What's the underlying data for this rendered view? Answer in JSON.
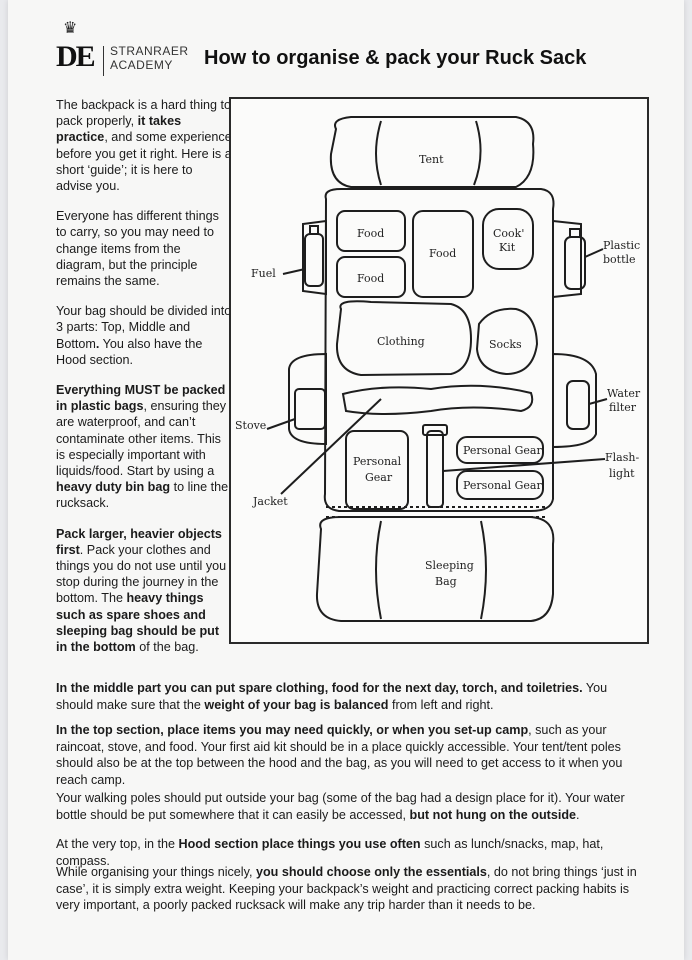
{
  "logo": {
    "mark": "DE",
    "school_line1": "STRANRAER",
    "school_line2": "ACADEMY"
  },
  "title": "How to organise & pack your Ruck Sack",
  "left_paragraphs": [
    [
      {
        "t": "The backpack is a hard thing to pack properly, ",
        "b": false
      },
      {
        "t": "it takes practice",
        "b": true
      },
      {
        "t": ", and some experience before you get it right. Here is a short ‘guide’; it is here to advise you.",
        "b": false
      }
    ],
    [
      {
        "t": "Everyone has different things to carry, so you may need to change items from the diagram, but the principle remains the same.",
        "b": false
      }
    ],
    [
      {
        "t": "Your bag should be divided into 3 parts: Top, Middle and Bottom",
        "b": false
      },
      {
        "t": ".",
        "b": true
      },
      {
        "t": " You also have the Hood section.",
        "b": false
      }
    ],
    [
      {
        "t": "Everything MUST be packed in plastic bags",
        "b": true
      },
      {
        "t": ", ensuring they are waterproof, and can’t contaminate other items. This is especially important with liquids/food. Start by using a ",
        "b": false
      },
      {
        "t": "heavy duty bin bag",
        "b": true
      },
      {
        "t": " to line the rucksack.",
        "b": false
      }
    ],
    [
      {
        "t": "Pack larger, heavier objects first",
        "b": true
      },
      {
        "t": ". Pack your clothes and things you do not use until you stop during the journey in the bottom. The ",
        "b": false
      },
      {
        "t": "heavy things such as spare shoes and sleeping bag should be put in the bottom",
        "b": true
      },
      {
        "t": " of the bag.",
        "b": false
      }
    ]
  ],
  "full_paragraphs": [
    [
      {
        "t": "In the middle part you can put spare clothing, food for the next day, torch, and toiletries.",
        "b": true
      },
      {
        "t": " You should make sure that the ",
        "b": false
      },
      {
        "t": "weight of your bag is balanced",
        "b": true
      },
      {
        "t": " from left and right.",
        "b": false
      }
    ],
    [
      {
        "t": "In the top section, place items you may need quickly, or when you set-up camp",
        "b": true
      },
      {
        "t": ", such as your raincoat, stove, and food. Your first aid kit should be in a place quickly accessible. Your tent/tent poles should also be at the top between the hood and the bag, as you will need to get access to it when you reach camp.",
        "b": false
      }
    ],
    [
      {
        "t": "Your walking poles should put outside your bag (some of the bag had a design place for it). Your water bottle should be put somewhere that it can easily be accessed, ",
        "b": false
      },
      {
        "t": "but not hung on the outside",
        "b": true
      },
      {
        "t": ".",
        "b": false
      }
    ],
    [
      {
        "t": "At the very top, in the ",
        "b": false
      },
      {
        "t": "Hood section place things you use often",
        "b": true
      },
      {
        "t": " such as lunch/snacks, map, hat, compass.",
        "b": false
      }
    ],
    [
      {
        "t": "While organising your things nicely, ",
        "b": false
      },
      {
        "t": "you should choose only the essentials",
        "b": true
      },
      {
        "t": ", do not bring things ‘just in case’, it is simply extra weight. Keeping your backpack’s weight and practicing correct packing habits is very important, a poorly packed rucksack will make any trip harder than it needs to be.",
        "b": false
      }
    ]
  ],
  "diagram_labels": {
    "tent": "Tent",
    "food1": "Food",
    "food2": "Food",
    "food3": "Food",
    "cook_kit_1": "Cook'",
    "cook_kit_2": "Kit",
    "plastic_bottle_1": "Plastic",
    "plastic_bottle_2": "bottle",
    "fuel": "Fuel",
    "clothing": "Clothing",
    "socks": "Socks",
    "water_filter_1": "Water",
    "water_filter_2": "filter",
    "stove": "Stove",
    "personal_gear_left_1": "Personal",
    "personal_gear_left_2": "Gear",
    "personal_gear_top": "Personal Gear",
    "personal_gear_bottom": "Personal Gear",
    "flashlight_1": "Flash-",
    "flashlight_2": "light",
    "jacket": "Jacket",
    "sleeping_bag_1": "Sleeping",
    "sleeping_bag_2": "Bag"
  }
}
